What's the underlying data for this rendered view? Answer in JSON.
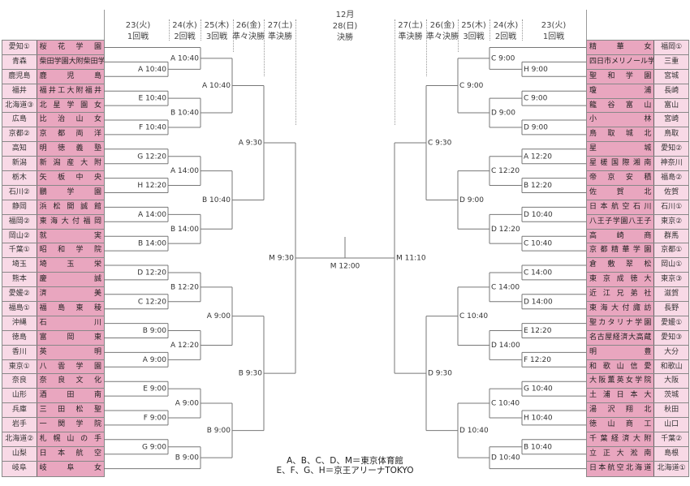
{
  "header": {
    "left_rounds": [
      {
        "date": "23(火)",
        "round": "1回戦"
      },
      {
        "date": "24(水)",
        "round": "2回戦"
      },
      {
        "date": "25(木)",
        "round": "3回戦"
      },
      {
        "date": "26(金)",
        "round": "準々決勝"
      },
      {
        "date": "27(土)",
        "round": "準決勝"
      }
    ],
    "final": {
      "month": "12月",
      "date": "28(日)",
      "round": "決勝"
    },
    "right_rounds": [
      {
        "date": "27(土)",
        "round": "準決勝"
      },
      {
        "date": "26(金)",
        "round": "準々決勝"
      },
      {
        "date": "25(木)",
        "round": "3回戦"
      },
      {
        "date": "24(水)",
        "round": "2回戦"
      },
      {
        "date": "23(火)",
        "round": "1回戦"
      }
    ]
  },
  "left_teams": [
    {
      "pref": "愛知①",
      "school": "桜花学園"
    },
    {
      "pref": "青森",
      "school": "柴田学園大附柴田学園"
    },
    {
      "pref": "鹿児島",
      "school": "鹿児島"
    },
    {
      "pref": "福井",
      "school": "福井工大附福井"
    },
    {
      "pref": "北海道③",
      "school": "北星学園女"
    },
    {
      "pref": "広島",
      "school": "比治山女"
    },
    {
      "pref": "京都②",
      "school": "京都両洋"
    },
    {
      "pref": "高知",
      "school": "明徳義塾"
    },
    {
      "pref": "新潟",
      "school": "新潟産大附"
    },
    {
      "pref": "栃木",
      "school": "矢板中央"
    },
    {
      "pref": "石川②",
      "school": "鵬学園"
    },
    {
      "pref": "静岡",
      "school": "浜松開誠館"
    },
    {
      "pref": "福岡②",
      "school": "東海大付福岡"
    },
    {
      "pref": "岡山②",
      "school": "就実"
    },
    {
      "pref": "千葉①",
      "school": "昭和学院"
    },
    {
      "pref": "埼玉",
      "school": "埼玉栄"
    },
    {
      "pref": "熊本",
      "school": "慶誠"
    },
    {
      "pref": "愛媛②",
      "school": "済美"
    },
    {
      "pref": "福島①",
      "school": "福島東稜"
    },
    {
      "pref": "沖縄",
      "school": "石川"
    },
    {
      "pref": "徳島",
      "school": "富岡東"
    },
    {
      "pref": "香川",
      "school": "英明"
    },
    {
      "pref": "東京①",
      "school": "八雲学園"
    },
    {
      "pref": "奈良",
      "school": "奈良文化"
    },
    {
      "pref": "山形",
      "school": "酒田南"
    },
    {
      "pref": "兵庫",
      "school": "三田松聖"
    },
    {
      "pref": "岩手",
      "school": "一関学院"
    },
    {
      "pref": "北海道②",
      "school": "札幌山の手"
    },
    {
      "pref": "山梨",
      "school": "日本航空"
    },
    {
      "pref": "岐阜",
      "school": "岐阜女"
    }
  ],
  "right_teams": [
    {
      "pref": "福岡①",
      "school": "精華女"
    },
    {
      "pref": "三重",
      "school": "四日市メリノール学院"
    },
    {
      "pref": "宮城",
      "school": "聖和学園"
    },
    {
      "pref": "長崎",
      "school": "瓊浦"
    },
    {
      "pref": "富山",
      "school": "龍谷富山"
    },
    {
      "pref": "宮崎",
      "school": "小林"
    },
    {
      "pref": "鳥取",
      "school": "鳥取城北"
    },
    {
      "pref": "愛知②",
      "school": "星城"
    },
    {
      "pref": "神奈川",
      "school": "星槎国際湘南"
    },
    {
      "pref": "福島②",
      "school": "帝京安積"
    },
    {
      "pref": "佐賀",
      "school": "佐賀北"
    },
    {
      "pref": "石川①",
      "school": "日本航空石川"
    },
    {
      "pref": "東京②",
      "school": "八王子学園八王子"
    },
    {
      "pref": "群馬",
      "school": "高崎商"
    },
    {
      "pref": "京都①",
      "school": "京都精華学園"
    },
    {
      "pref": "岡山①",
      "school": "倉敷翠松"
    },
    {
      "pref": "東京③",
      "school": "東京成徳大"
    },
    {
      "pref": "滋賀",
      "school": "近江兄弟社"
    },
    {
      "pref": "長野",
      "school": "東海大付諏訪"
    },
    {
      "pref": "愛媛①",
      "school": "聖カタリナ学園"
    },
    {
      "pref": "愛知③",
      "school": "名古屋経済大高蔵"
    },
    {
      "pref": "大分",
      "school": "明豊"
    },
    {
      "pref": "和歌山",
      "school": "和歌山信愛"
    },
    {
      "pref": "大阪",
      "school": "大阪薫英女学院"
    },
    {
      "pref": "茨城",
      "school": "土浦日本大"
    },
    {
      "pref": "秋田",
      "school": "湯沢翔北"
    },
    {
      "pref": "山口",
      "school": "徳山商工"
    },
    {
      "pref": "千葉②",
      "school": "千葉経済大附"
    },
    {
      "pref": "島根",
      "school": "立正大淞南"
    },
    {
      "pref": "北海道①",
      "school": "日本航空北海道"
    }
  ],
  "left_bracket": {
    "label": "M 9:30",
    "children": [
      {
        "label": "A 9:30",
        "children": [
          {
            "label": "A 10:40",
            "children": [
              {
                "label": "A 10:40",
                "children": [
                  0,
                  {
                    "label": "A 10:40",
                    "children": [
                      1,
                      2
                    ]
                  }
                ]
              },
              {
                "label": "B 10:40",
                "children": [
                  {
                    "label": "E 10:40",
                    "children": [
                      3,
                      4
                    ]
                  },
                  {
                    "label": "F 10:40",
                    "children": [
                      5,
                      6
                    ]
                  }
                ]
              }
            ]
          },
          {
            "label": "B 10:40",
            "children": [
              {
                "label": "A 14:00",
                "children": [
                  {
                    "label": "G 12:20",
                    "children": [
                      7,
                      8
                    ]
                  },
                  {
                    "label": "H 12:20",
                    "children": [
                      9,
                      10
                    ]
                  }
                ]
              },
              {
                "label": "B 14:00",
                "children": [
                  {
                    "label": "A 14:00",
                    "children": [
                      11,
                      12
                    ]
                  },
                  {
                    "label": "B 14:00",
                    "children": [
                      13,
                      14
                    ]
                  }
                ]
              }
            ]
          }
        ]
      },
      {
        "label": "B 9:30",
        "children": [
          {
            "label": "A 9:00",
            "children": [
              {
                "label": "B 12:20",
                "children": [
                  {
                    "label": "D 12:20",
                    "children": [
                      15,
                      16
                    ]
                  },
                  {
                    "label": "C 12:20",
                    "children": [
                      17,
                      18
                    ]
                  }
                ]
              },
              {
                "label": "A 12:20",
                "children": [
                  {
                    "label": "B 9:00",
                    "children": [
                      19,
                      20
                    ]
                  },
                  {
                    "label": "A 9:00",
                    "children": [
                      21,
                      22
                    ]
                  }
                ]
              }
            ]
          },
          {
            "label": "B 9:00",
            "children": [
              {
                "label": "A 9:00",
                "children": [
                  {
                    "label": "E 9:00",
                    "children": [
                      23,
                      24
                    ]
                  },
                  {
                    "label": "F 9:00",
                    "children": [
                      25,
                      26
                    ]
                  }
                ]
              },
              {
                "label": "B 9:00",
                "children": [
                  {
                    "label": "G 9:00",
                    "children": [
                      27,
                      28
                    ]
                  },
                  29
                ]
              }
            ]
          }
        ]
      }
    ]
  },
  "right_bracket": {
    "label": "M 11:10",
    "children": [
      {
        "label": "C 9:30",
        "children": [
          {
            "label": "C 9:00",
            "children": [
              {
                "label": "C 9:00",
                "children": [
                  0,
                  {
                    "label": "H 9:00",
                    "children": [
                      1,
                      2
                    ]
                  }
                ]
              },
              {
                "label": "D 9:00",
                "children": [
                  {
                    "label": "C 9:00",
                    "children": [
                      3,
                      4
                    ]
                  },
                  {
                    "label": "D 9:00",
                    "children": [
                      5,
                      6
                    ]
                  }
                ]
              }
            ]
          },
          {
            "label": "D 9:00",
            "children": [
              {
                "label": "C 12:20",
                "children": [
                  {
                    "label": "A 12:20",
                    "children": [
                      7,
                      8
                    ]
                  },
                  {
                    "label": "B 12:20",
                    "children": [
                      9,
                      10
                    ]
                  }
                ]
              },
              {
                "label": "D 12:20",
                "children": [
                  {
                    "label": "D 10:40",
                    "children": [
                      11,
                      12
                    ]
                  },
                  {
                    "label": "C 10:40",
                    "children": [
                      13,
                      14
                    ]
                  }
                ]
              }
            ]
          }
        ]
      },
      {
        "label": "D 9:30",
        "children": [
          {
            "label": "C 10:40",
            "children": [
              {
                "label": "C 14:00",
                "children": [
                  {
                    "label": "C 14:00",
                    "children": [
                      15,
                      16
                    ]
                  },
                  {
                    "label": "D 14:00",
                    "children": [
                      17,
                      18
                    ]
                  }
                ]
              },
              {
                "label": "D 14:00",
                "children": [
                  {
                    "label": "E 12:20",
                    "children": [
                      19,
                      20
                    ]
                  },
                  {
                    "label": "F 12:20",
                    "children": [
                      21,
                      22
                    ]
                  }
                ]
              }
            ]
          },
          {
            "label": "D 10:40",
            "children": [
              {
                "label": "C 10:40",
                "children": [
                  {
                    "label": "G 10:40",
                    "children": [
                      23,
                      24
                    ]
                  },
                  {
                    "label": "H 10:40",
                    "children": [
                      25,
                      26
                    ]
                  }
                ]
              },
              {
                "label": "D 10:40",
                "children": [
                  {
                    "label": "B 10:40",
                    "children": [
                      27,
                      28
                    ]
                  },
                  29
                ]
              }
            ]
          }
        ]
      }
    ]
  },
  "final_label": "M 12:00",
  "legend": {
    "line1": "A、B、C、D、M＝東京体育館",
    "line2": "E、F、G、H＝京王アリーナTOKYO"
  },
  "colors": {
    "pref_bg": "#f8d9e6",
    "school_bg": "#e9a6bf",
    "line": "#777777"
  }
}
